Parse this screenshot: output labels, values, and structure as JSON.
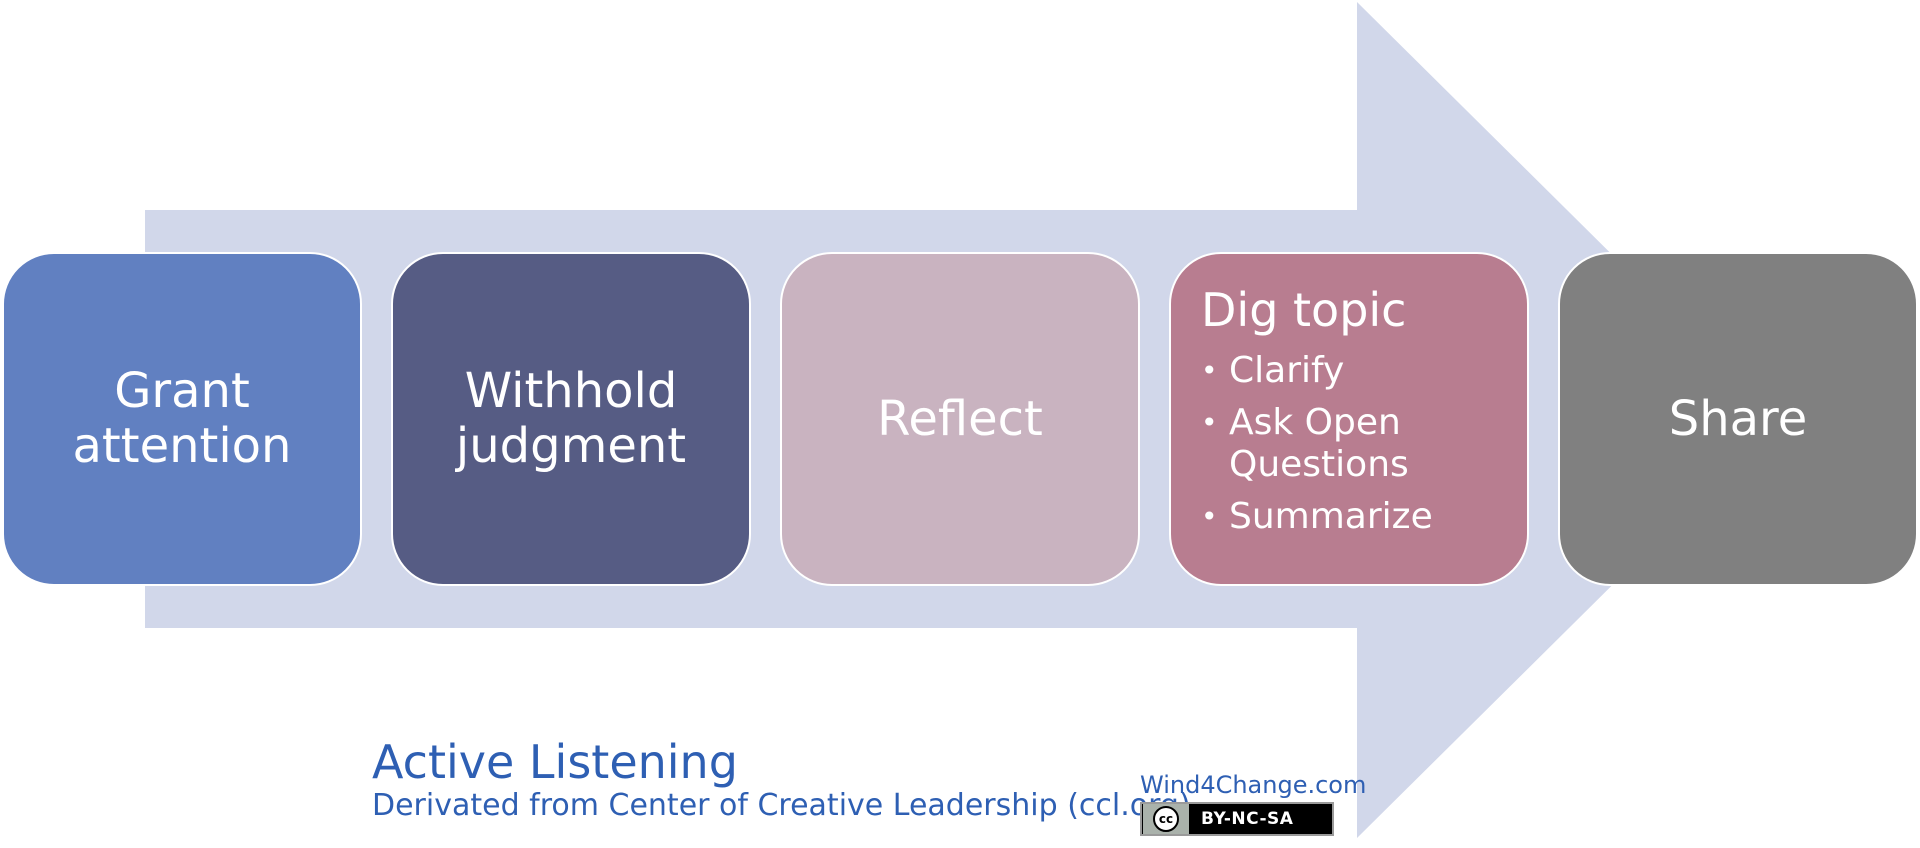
{
  "colors": {
    "arrow": "#d1d7ea",
    "step_1": "#6180c1",
    "step_2": "#565c84",
    "step_3": "#c9b3c0",
    "step_4": "#b87d90",
    "step_5": "#808080",
    "title_text": "#2e5fb3"
  },
  "steps": [
    {
      "label": "Grant\nattention"
    },
    {
      "label": "Withhold\njudgment"
    },
    {
      "label": "Reflect"
    },
    {
      "label": "Dig topic",
      "items": [
        "Clarify",
        "Ask Open Questions",
        "Summarize"
      ]
    },
    {
      "label": "Share"
    }
  ],
  "footer": {
    "title": "Active Listening",
    "subtitle": "Derivated from Center of Creative Leadership (ccl.org)",
    "credit": "Wind4Change.com",
    "license": {
      "logo_text": "cc",
      "text": "BY-NC-SA"
    }
  }
}
